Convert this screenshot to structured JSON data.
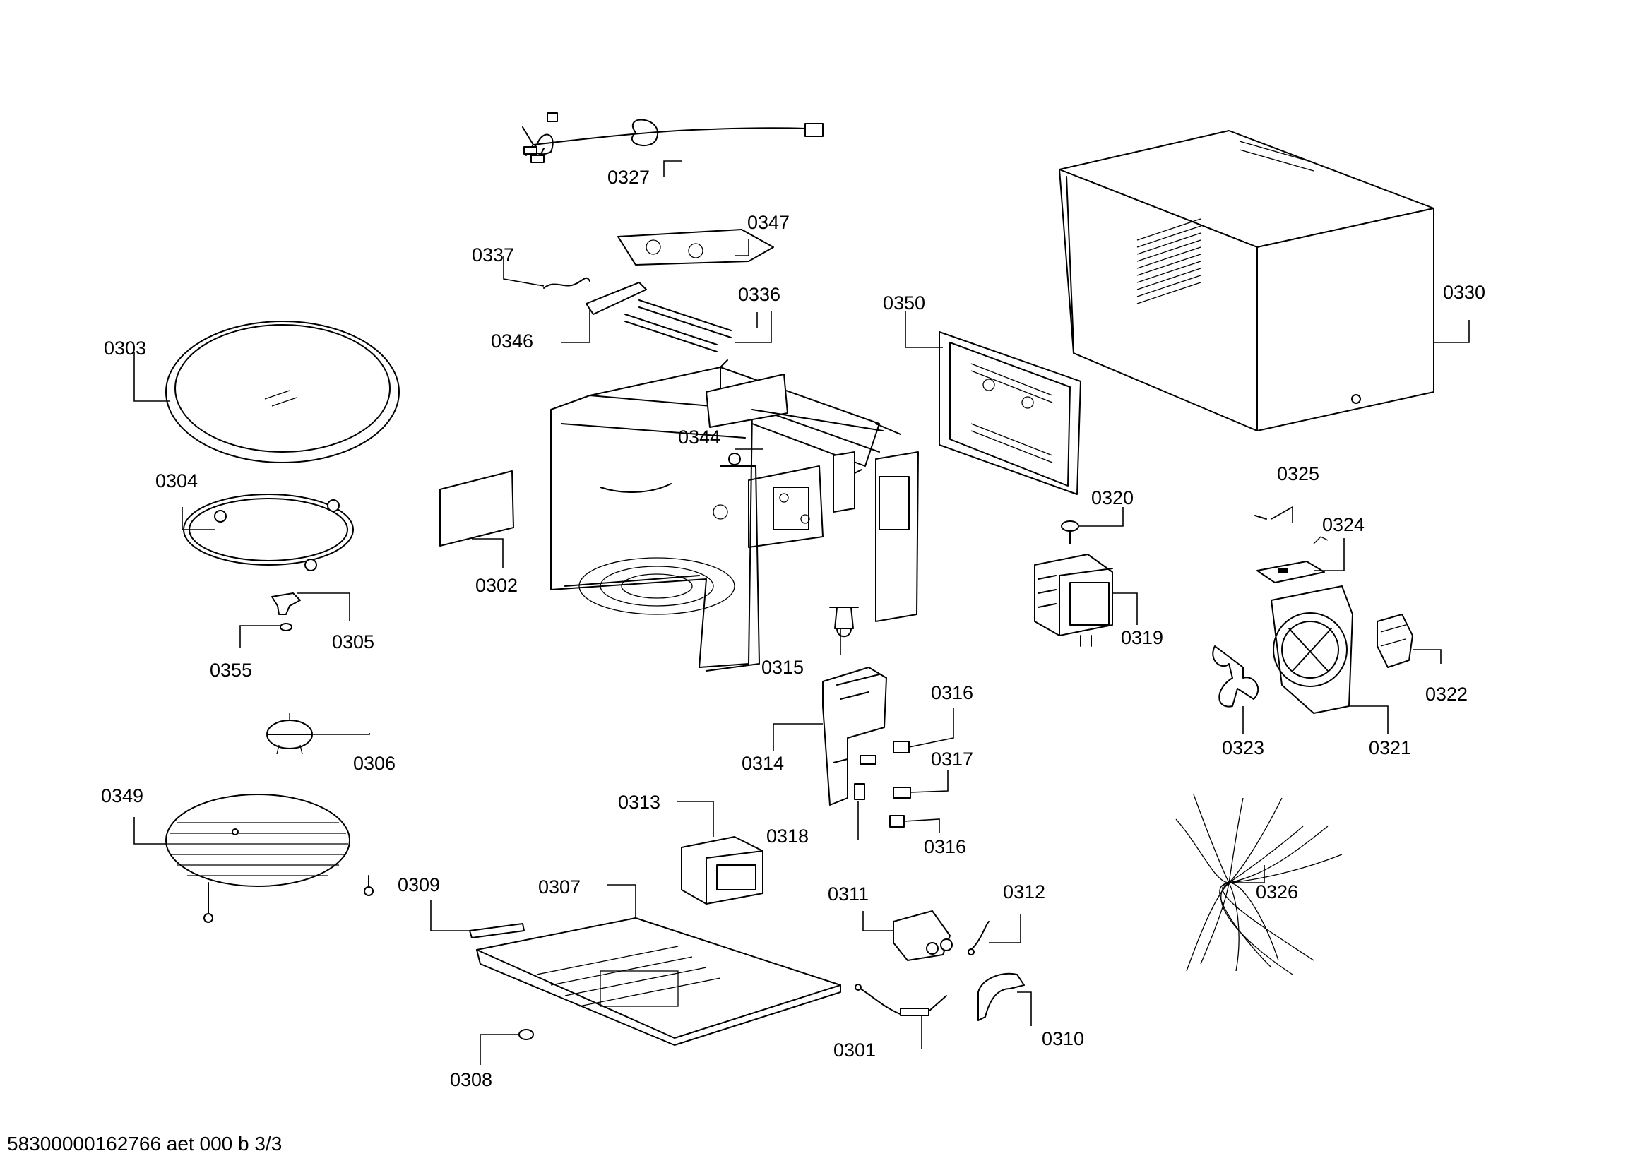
{
  "footer_text": "58300000162766 aet 000 b 3/3",
  "labels": {
    "p0301": "0301",
    "p0302": "0302",
    "p0303": "0303",
    "p0304": "0304",
    "p0305": "0305",
    "p0306": "0306",
    "p0307": "0307",
    "p0308": "0308",
    "p0309": "0309",
    "p0310": "0310",
    "p0311": "0311",
    "p0312": "0312",
    "p0313": "0313",
    "p0314": "0314",
    "p0315": "0315",
    "p0316a": "0316",
    "p0316b": "0316",
    "p0317": "0317",
    "p0318": "0318",
    "p0319": "0319",
    "p0320": "0320",
    "p0321": "0321",
    "p0322": "0322",
    "p0323": "0323",
    "p0324": "0324",
    "p0325": "0325",
    "p0326": "0326",
    "p0327": "0327",
    "p0330": "0330",
    "p0336": "0336",
    "p0337": "0337",
    "p0344": "0344",
    "p0346": "0346",
    "p0347": "0347",
    "p0349": "0349",
    "p0350": "0350",
    "p0355": "0355"
  }
}
